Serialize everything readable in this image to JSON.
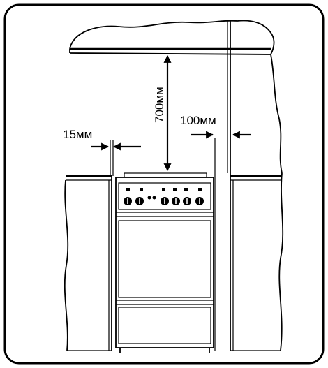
{
  "dimensions": {
    "hood_clearance": "700мм",
    "side_gap_right": "100мм",
    "side_gap_left": "15мм"
  },
  "colors": {
    "line": "#000000",
    "background": "#ffffff"
  }
}
